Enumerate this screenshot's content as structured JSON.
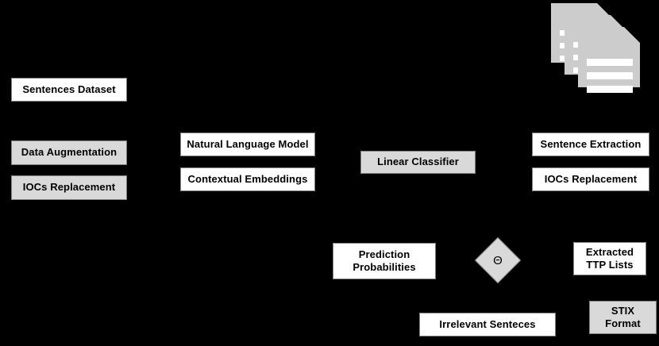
{
  "diagram": {
    "title": "TTP Extraction Pipeline Flow Diagram",
    "background_color": "#000000",
    "box_fill_white": "#ffffff",
    "box_fill_gray": "#d9d9d9",
    "text_color": "#000000",
    "icon_color": "#cccccc"
  },
  "nodes": {
    "sentences_dataset": {
      "label": "Sentences Dataset",
      "fill": "white"
    },
    "data_augmentation": {
      "label": "Data Augmentation",
      "fill": "gray"
    },
    "iocs_replacement_left": {
      "label": "IOCs Replacement",
      "fill": "gray"
    },
    "natural_language_model": {
      "label": "Natural Language Model",
      "fill": "white"
    },
    "contextual_embeddings": {
      "label": "Contextual Embeddings",
      "fill": "white"
    },
    "linear_classifier": {
      "label": "Linear Classifier",
      "fill": "gray"
    },
    "sentence_extraction": {
      "label": "Sentence Extraction",
      "fill": "white"
    },
    "iocs_replacement_right": {
      "label": "IOCs Replacement",
      "fill": "white"
    },
    "prediction_probabilities": {
      "label": "Prediction\nProbabilities",
      "fill": "white"
    },
    "threshold_decision": {
      "label": "Θ",
      "fill": "gray"
    },
    "extracted_ttp_lists": {
      "label": "Extracted\nTTP Lists",
      "fill": "white"
    },
    "irrelevant_sentences": {
      "label": "Irrelevant Senteces",
      "fill": "white"
    },
    "stix_format": {
      "label": "STIX\nFormat",
      "fill": "gray"
    }
  },
  "icons": {
    "documents_stack": {
      "name": "documents-stack-icon",
      "count": 3
    }
  }
}
